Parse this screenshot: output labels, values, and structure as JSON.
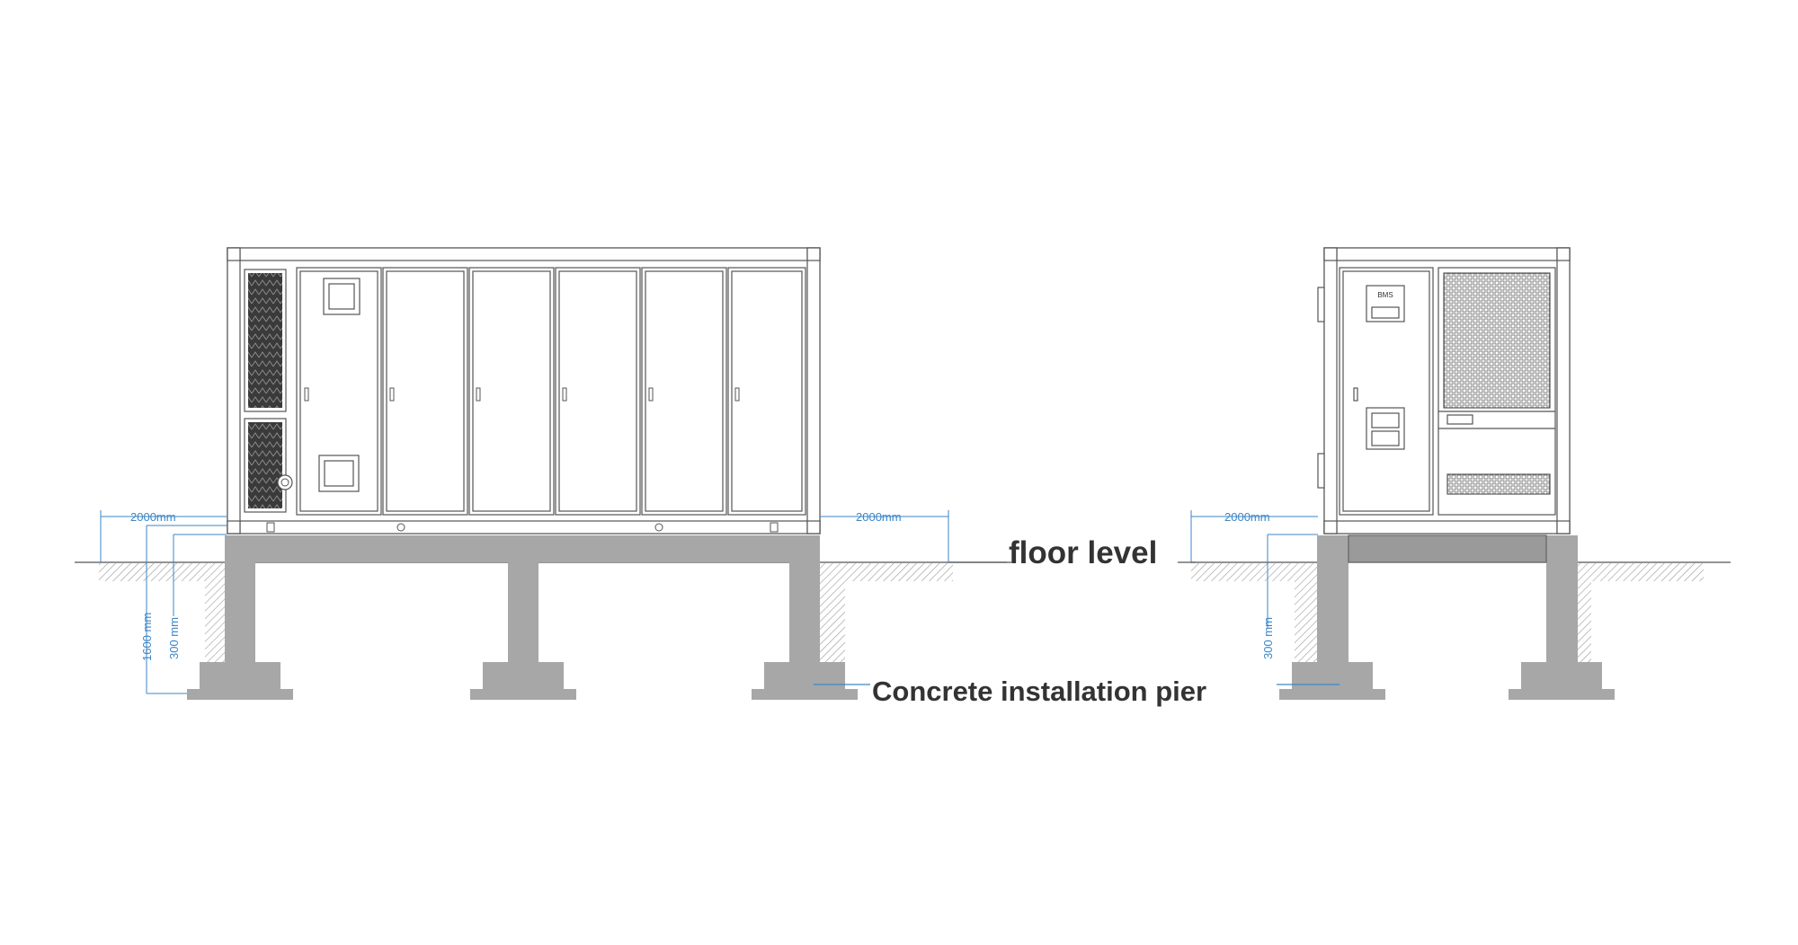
{
  "labels": {
    "floor_level": "floor level",
    "pier": "Concrete installation pier"
  },
  "dimensions": {
    "clearance_left": "2000mm",
    "clearance_right": "2000mm",
    "clearance_side_view": "2000mm",
    "pier_depth_total": "1600 mm",
    "pier_height_above": "300 mm",
    "pier_height_side_view": "300 mm"
  },
  "panel_badge": "BMS",
  "colors": {
    "line": "#555555",
    "dimension": "#3b86c8",
    "concrete": "#a7a7a7",
    "hatch": "#9a9a9a",
    "label": "#333333"
  }
}
